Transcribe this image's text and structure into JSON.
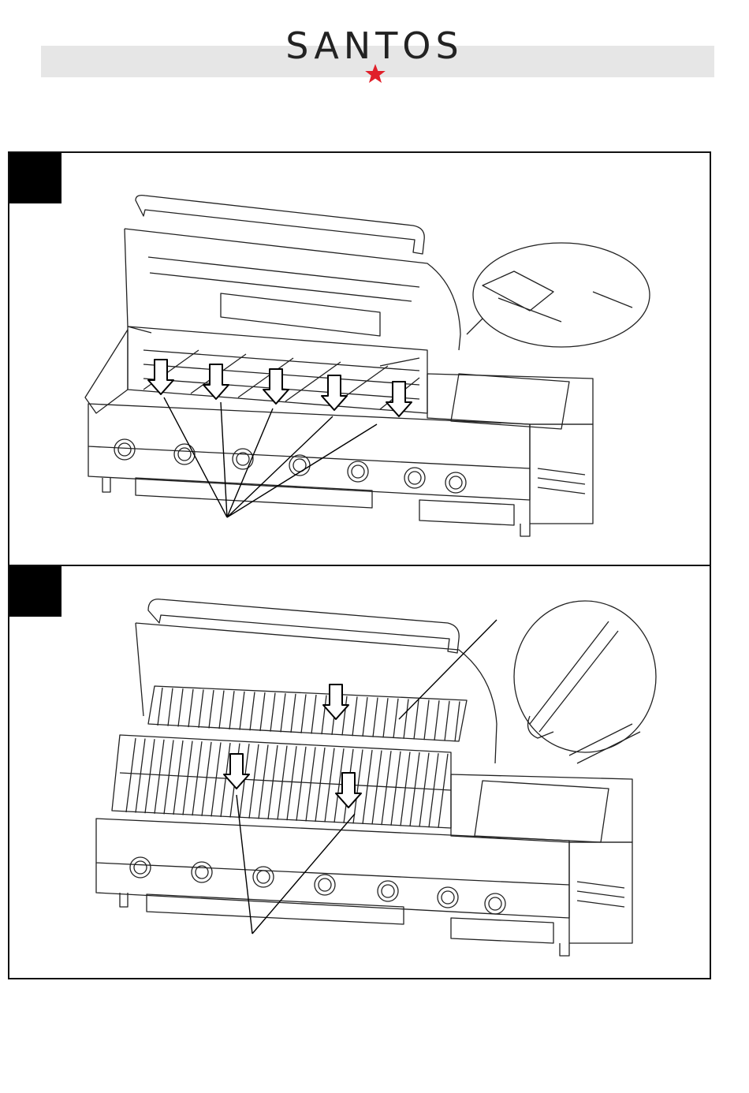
{
  "header": {
    "brand": "SANTOS",
    "brand_star_color": "#e0202a",
    "bar_color": "#e6e6e6"
  },
  "steps": [
    {
      "tab_label": "",
      "illustration": "grill-flavorizer-bars-installation",
      "arrow_count": 5
    },
    {
      "tab_label": "",
      "illustration": "grill-cooking-grates-and-warming-rack-installation",
      "arrow_count": 3
    }
  ]
}
